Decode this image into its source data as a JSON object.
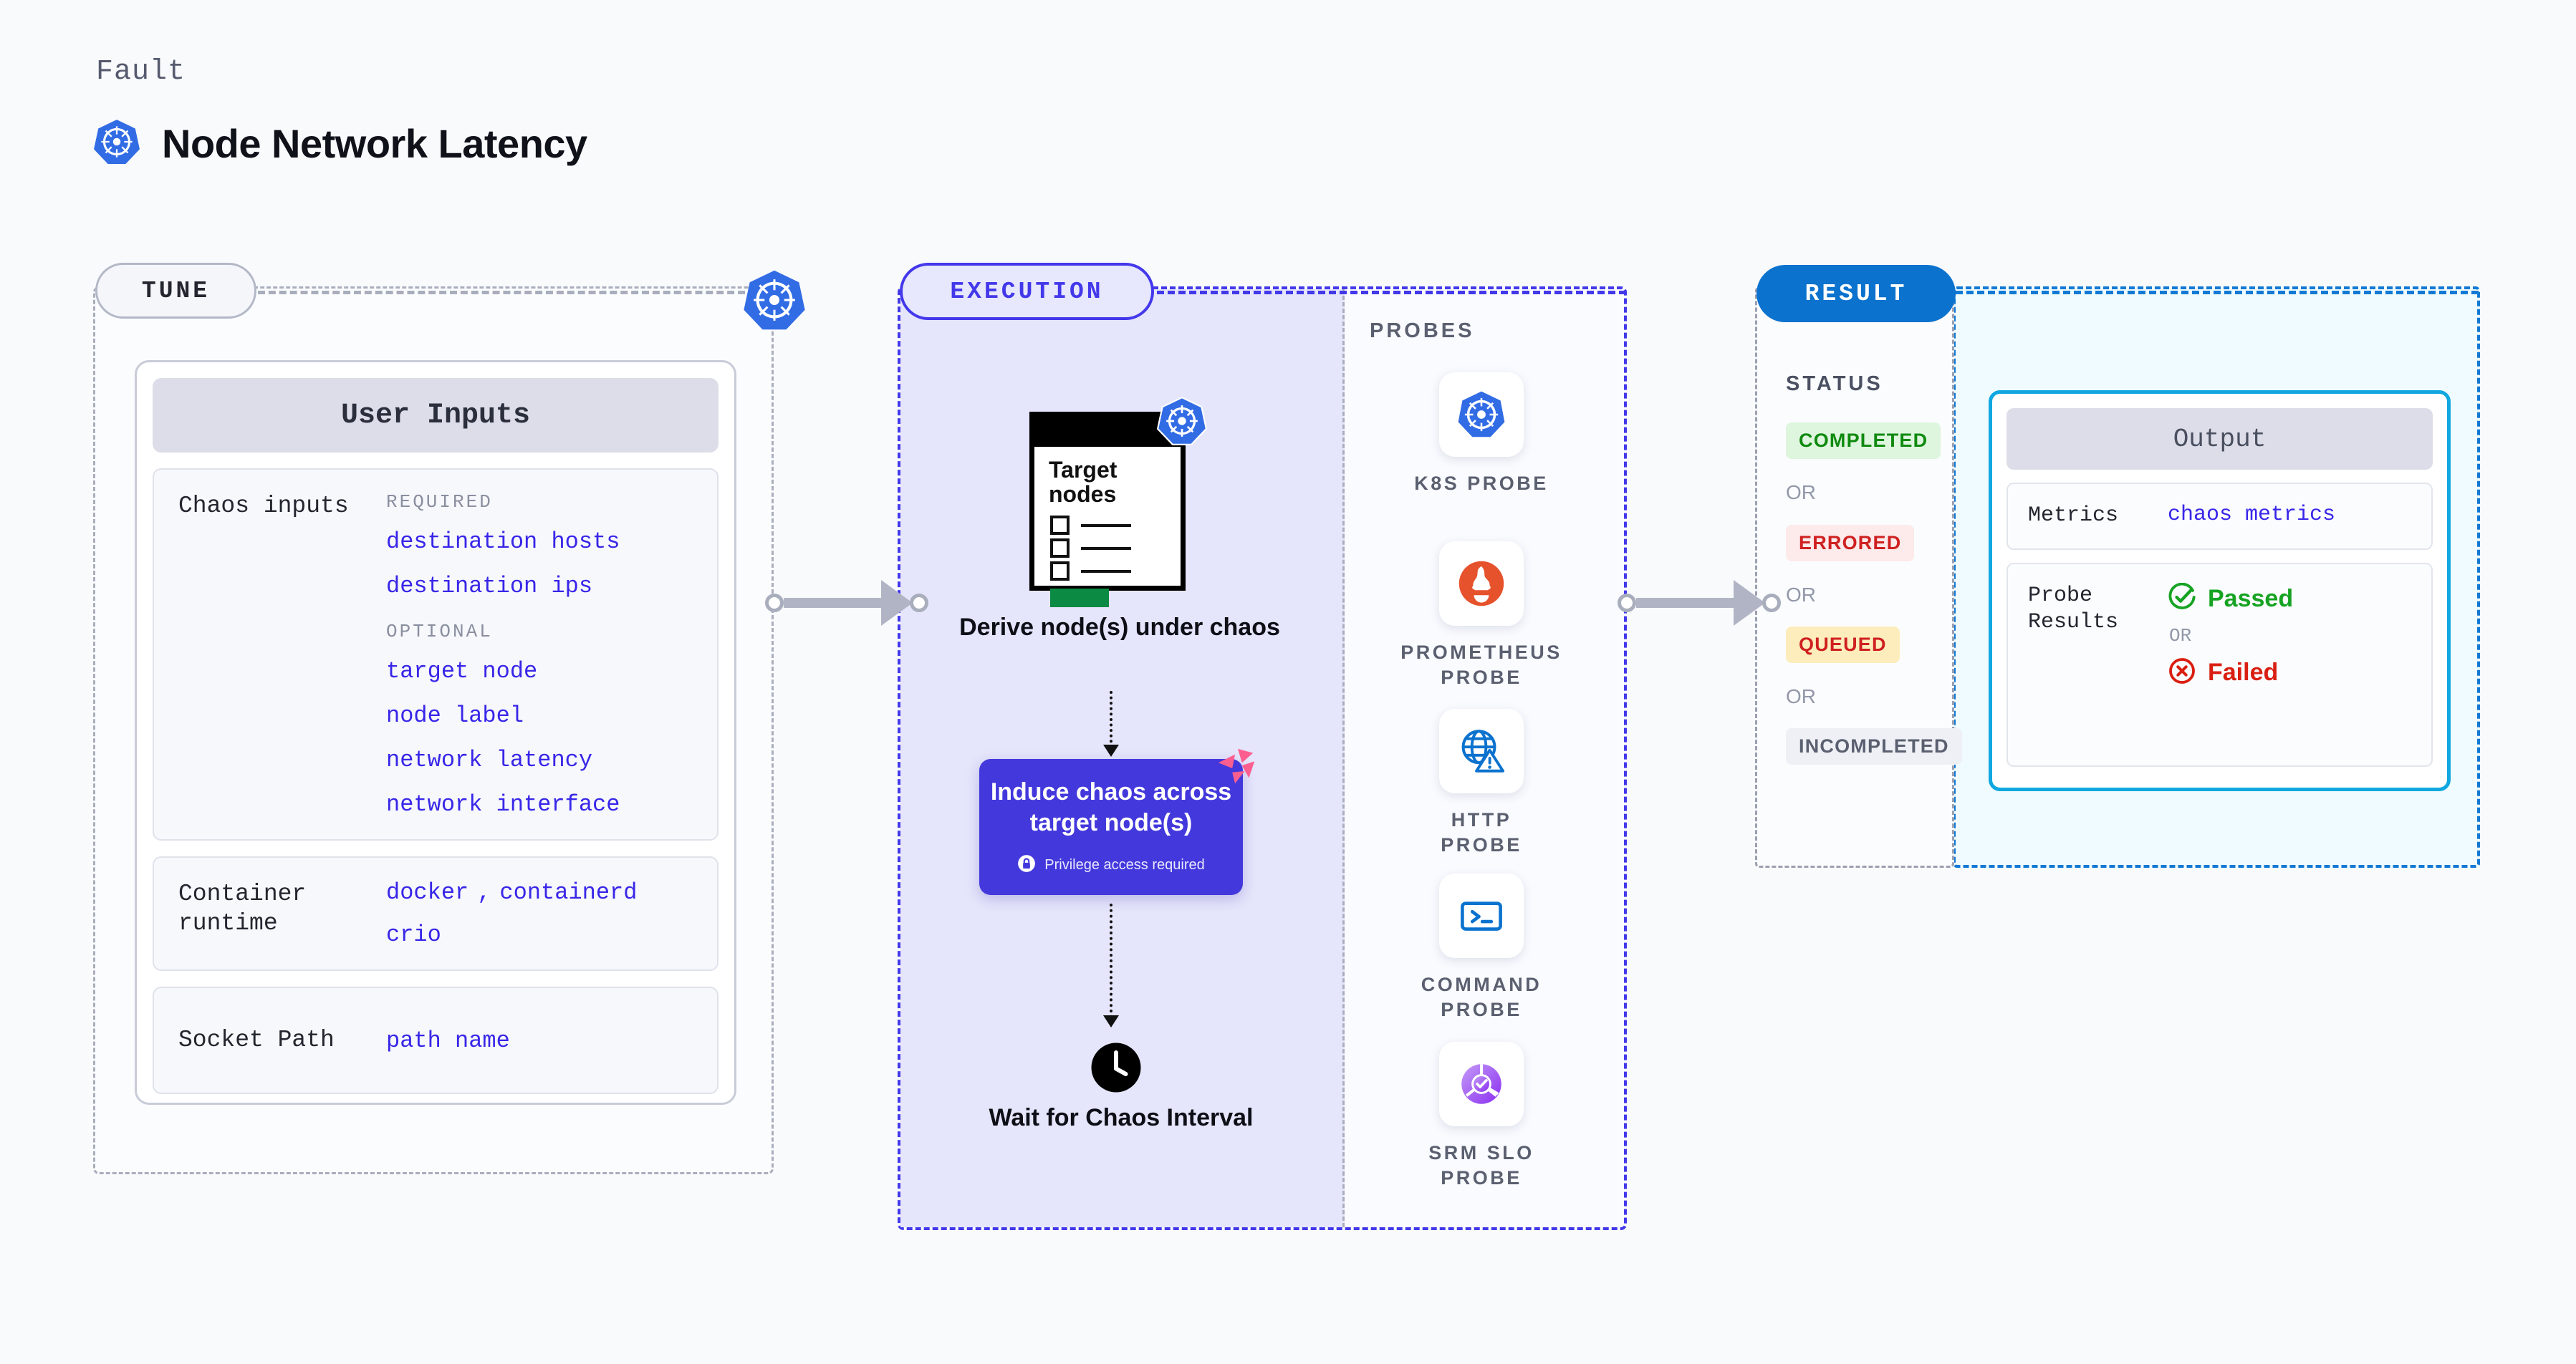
{
  "header": {
    "eyebrow": "Fault",
    "title": "Node Network Latency",
    "icon": "kubernetes-icon"
  },
  "tune": {
    "pill_label": "TUNE",
    "badge_icon": "kubernetes-icon",
    "card_title": "User Inputs",
    "rows": [
      {
        "label": "Chaos inputs",
        "groups": [
          {
            "title": "REQUIRED",
            "values": [
              "destination hosts",
              "destination ips"
            ]
          },
          {
            "title": "OPTIONAL",
            "values": [
              "target node",
              "node label",
              "network latency",
              "network interface"
            ]
          }
        ]
      },
      {
        "label": "Container runtime",
        "values_line1": [
          "docker",
          "containerd"
        ],
        "separator": ",",
        "values_line2": [
          "crio"
        ]
      },
      {
        "label": "Socket Path",
        "values": [
          "path name"
        ]
      }
    ]
  },
  "execution": {
    "pill_label": "EXECUTION",
    "steps": [
      {
        "id": "derive",
        "doc_title": "Target nodes",
        "doc_badge_icon": "kubernetes-icon",
        "label": "Derive node(s) under chaos"
      },
      {
        "id": "induce",
        "label": "Induce chaos across target node(s)",
        "note": "Privilege access required",
        "note_icon": "lock-icon",
        "badge_icon": "litmus-icon"
      },
      {
        "id": "wait",
        "icon": "clock-icon",
        "label": "Wait for Chaos Interval"
      }
    ],
    "probes_title": "PROBES",
    "probes": [
      {
        "icon": "kubernetes-icon",
        "label": "K8S PROBE"
      },
      {
        "icon": "prometheus-icon",
        "label": "PROMETHEUS PROBE"
      },
      {
        "icon": "globe-warning-icon",
        "label": "HTTP PROBE"
      },
      {
        "icon": "terminal-icon",
        "label": "COMMAND PROBE"
      },
      {
        "icon": "srm-slo-icon",
        "label": "SRM SLO PROBE"
      }
    ]
  },
  "result": {
    "pill_label": "RESULT",
    "status_title": "STATUS",
    "or_label": "OR",
    "statuses": [
      {
        "label": "COMPLETED",
        "bg": "#def5de",
        "fg": "#0f8a0f"
      },
      {
        "label": "ERRORED",
        "bg": "#fdeaea",
        "fg": "#cf2020"
      },
      {
        "label": "QUEUED",
        "bg": "#fdedbd",
        "fg": "#cf2020"
      },
      {
        "label": "INCOMPLETED",
        "bg": "#eef0f5",
        "fg": "#5b6070"
      }
    ],
    "output": {
      "title": "Output",
      "metrics_label": "Metrics",
      "metrics_value": "chaos metrics",
      "probe_results_label": "Probe Results",
      "passed_label": "Passed",
      "failed_label": "Failed",
      "or_label": "OR"
    }
  },
  "colors": {
    "accent_purple": "#4338ea",
    "accent_blue": "#0b72ce",
    "accent_cyan": "#10a7e0",
    "k8s_blue": "#326ce5",
    "litmus_pink": "#fc5f8f"
  }
}
